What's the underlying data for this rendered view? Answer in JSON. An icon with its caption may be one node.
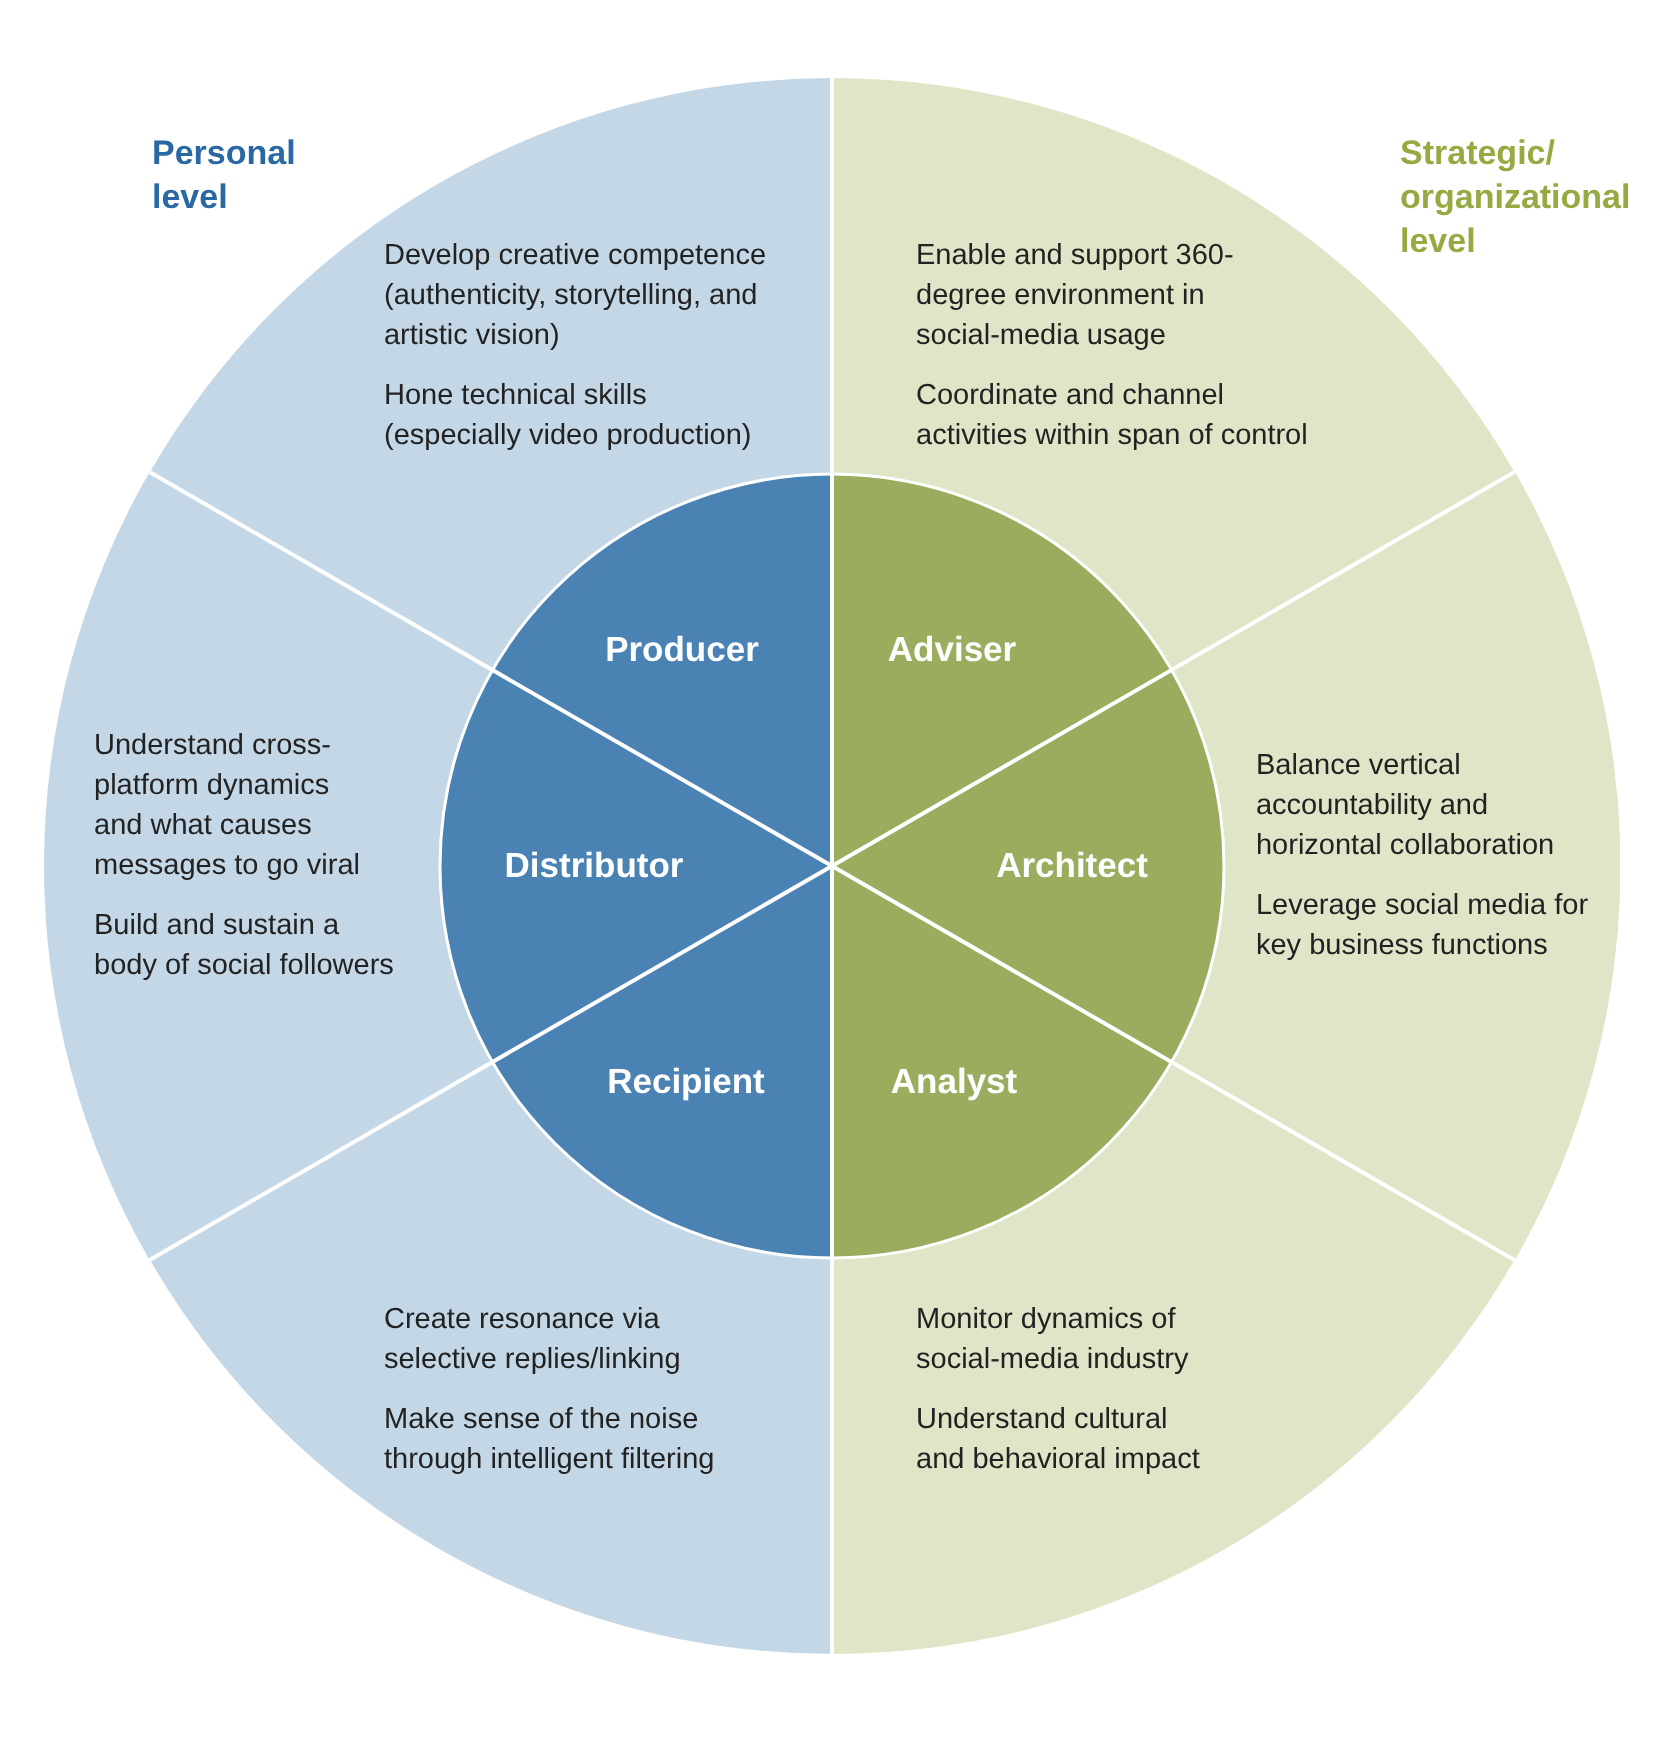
{
  "diagram": {
    "nodes": [
      {
        "text": [
          "Develop creative competence (authenticity, storytelling, and artistic vision)",
          "Hone technical skills (especially video production)"
        ]
      },
      {
        "text": [
          "Enable and support 360-degree environment in social-media usage",
          "Coordinate and channel activities within span of control"
        ]
      },
      {
        "text": [
          "Producer"
        ]
      },
      {
        "text": [
          "Adviser"
        ]
      },
      {
        "text": [
          "Understand cross-platform dynamics and what causes messages to go viral",
          "Build and sustain a body of social followers"
        ]
      },
      {
        "text": [
          "Distributor"
        ]
      },
      {
        "text": [
          "Architect"
        ]
      },
      {
        "text": [
          "Balance vertical accountability and horizontal collaboration",
          "Leverage social media for key business functions"
        ]
      },
      {
        "text": [
          "Recipient"
        ]
      },
      {
        "text": [
          "Analyst"
        ]
      },
      {
        "text": [
          "Create resonance via selective replies/linking",
          "Make sense of the noise through intelligent filtering"
        ]
      },
      {
        "text": [
          "Monitor dynamics of social-media industry",
          "Understand cultural and behavioral impact"
        ]
      }
    ],
    "labels": [
      "Personal level",
      "Strategic/ organizational level"
    ]
  }
}
